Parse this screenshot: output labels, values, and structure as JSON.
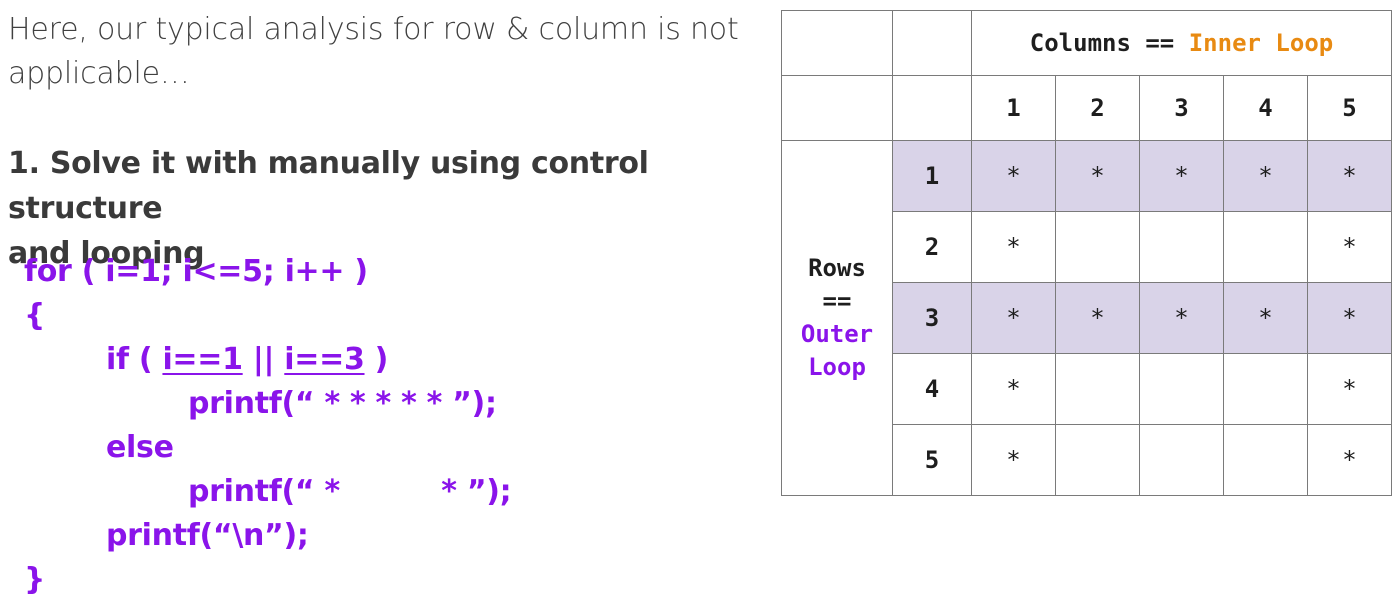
{
  "intro": {
    "line1": "Here, our typical analysis for row & column is not",
    "line2": "applicable…"
  },
  "heading": {
    "line1": "1. Solve it with manually using control structure",
    "line2": "and looping"
  },
  "code": {
    "for_line": "for ( i=1; i<=5; i++ )",
    "open_brace": "{",
    "if_prefix": "if ( ",
    "cond1": "i==1",
    "or_op": " || ",
    "cond2": "i==3",
    "if_suffix": " )",
    "printf_full": "printf(“ * * * * * ”);",
    "else": "else",
    "printf_sides": "printf(“ *          * ”);",
    "printf_newline": "printf(“\\n”);",
    "close_brace": "}"
  },
  "table": {
    "columns_label": "Columns == ",
    "inner_loop": "Inner Loop",
    "col_numbers": [
      "1",
      "2",
      "3",
      "4",
      "5"
    ],
    "rows_label_line1": "Rows",
    "rows_label_line2": "==",
    "rows_label_line3": "Outer",
    "rows_label_line4": "Loop",
    "rows": [
      {
        "num": "1",
        "cells": [
          "*",
          "*",
          "*",
          "*",
          "*"
        ],
        "shaded": true
      },
      {
        "num": "2",
        "cells": [
          "*",
          "",
          "",
          "",
          "*"
        ],
        "shaded": false
      },
      {
        "num": "3",
        "cells": [
          "*",
          "*",
          "*",
          "*",
          "*"
        ],
        "shaded": true
      },
      {
        "num": "4",
        "cells": [
          "*",
          "",
          "",
          "",
          "*"
        ],
        "shaded": false
      },
      {
        "num": "5",
        "cells": [
          "*",
          "",
          "",
          "",
          "*"
        ],
        "shaded": false
      }
    ],
    "colors": {
      "orange": "#e88a12",
      "purple": "#8a14ea",
      "shade": "#d9d3e8"
    }
  }
}
